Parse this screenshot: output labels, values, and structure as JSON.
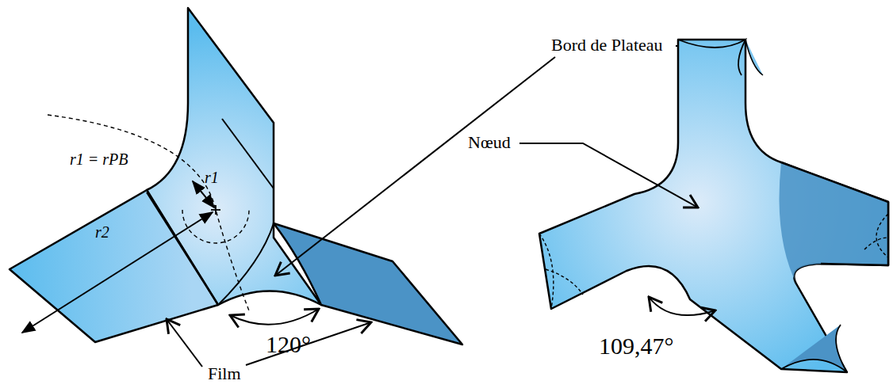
{
  "diagram": {
    "labels": [
      "Bord de Plateau",
      "Nœud",
      "r1 = rPB",
      "r1",
      "r2",
      "120°",
      "109,47°",
      "Film"
    ]
  }
}
